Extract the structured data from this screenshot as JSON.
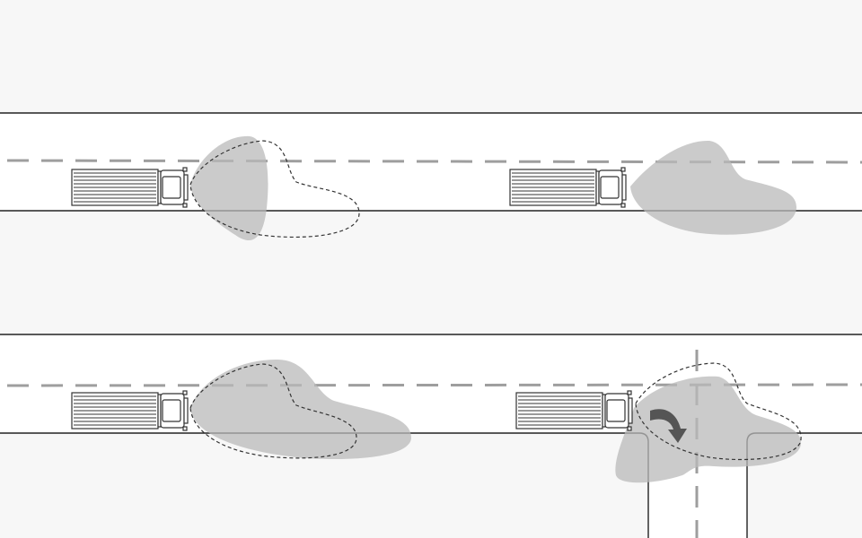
{
  "diagram": {
    "panels": [
      {
        "id": "straight-dipped",
        "mode": "straight",
        "beam": "dipped"
      },
      {
        "id": "straight-main",
        "mode": "straight",
        "beam": "main"
      },
      {
        "id": "straight-wide",
        "mode": "straight",
        "beam": "wide"
      },
      {
        "id": "turning-bend",
        "mode": "turning",
        "beam": "bend"
      }
    ],
    "colors": {
      "page_bg": "#f7f7f7",
      "road": "#ffffff",
      "road_edge": "#222222",
      "center_line": "#9e9e9e",
      "beam_fill": "#b9b9b9",
      "beam_outline": "#333333",
      "truck_body": "#ffffff",
      "truck_outline": "#333333",
      "turn_arrow": "#555555"
    },
    "icons": [
      "truck-icon",
      "turn-arrow-icon"
    ]
  }
}
